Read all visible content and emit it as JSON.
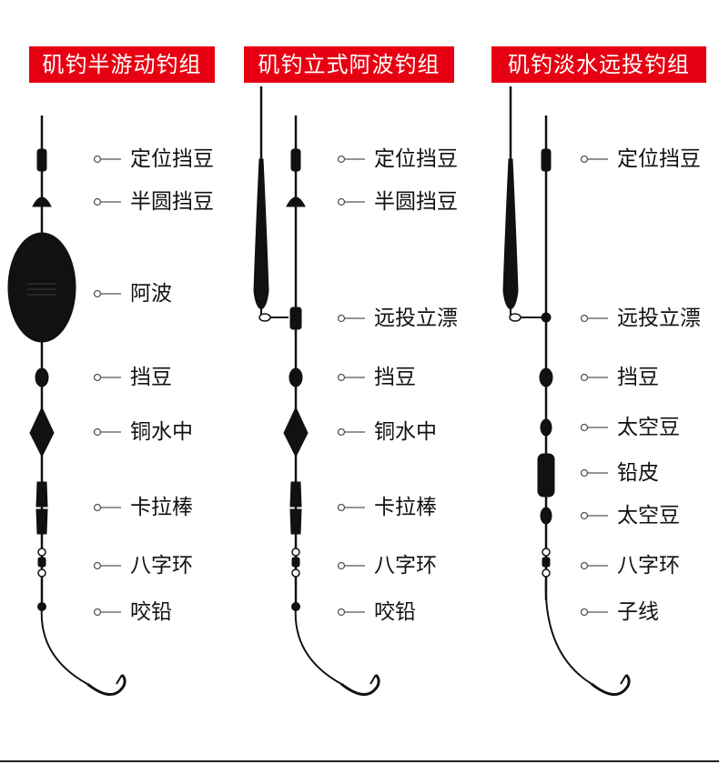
{
  "titles": [
    "矶钓半游动钓组",
    "矶钓立式阿波钓组",
    "矶钓淡水远投钓组"
  ],
  "rig1": {
    "labels": [
      "定位挡豆",
      "半圆挡豆",
      "阿波",
      "挡豆",
      "铜水中",
      "卡拉棒",
      "八字环",
      "咬铅"
    ]
  },
  "rig2": {
    "labels": [
      "定位挡豆",
      "半圆挡豆",
      "远投立漂",
      "挡豆",
      "铜水中",
      "卡拉棒",
      "八字环",
      "咬铅"
    ]
  },
  "rig3": {
    "labels": [
      "定位挡豆",
      "远投立漂",
      "挡豆",
      "太空豆",
      "铅皮",
      "太空豆",
      "八字环",
      "子线"
    ]
  },
  "colors": {
    "title_bg": "#e60012",
    "title_text": "#ffffff",
    "ink": "#111111"
  }
}
